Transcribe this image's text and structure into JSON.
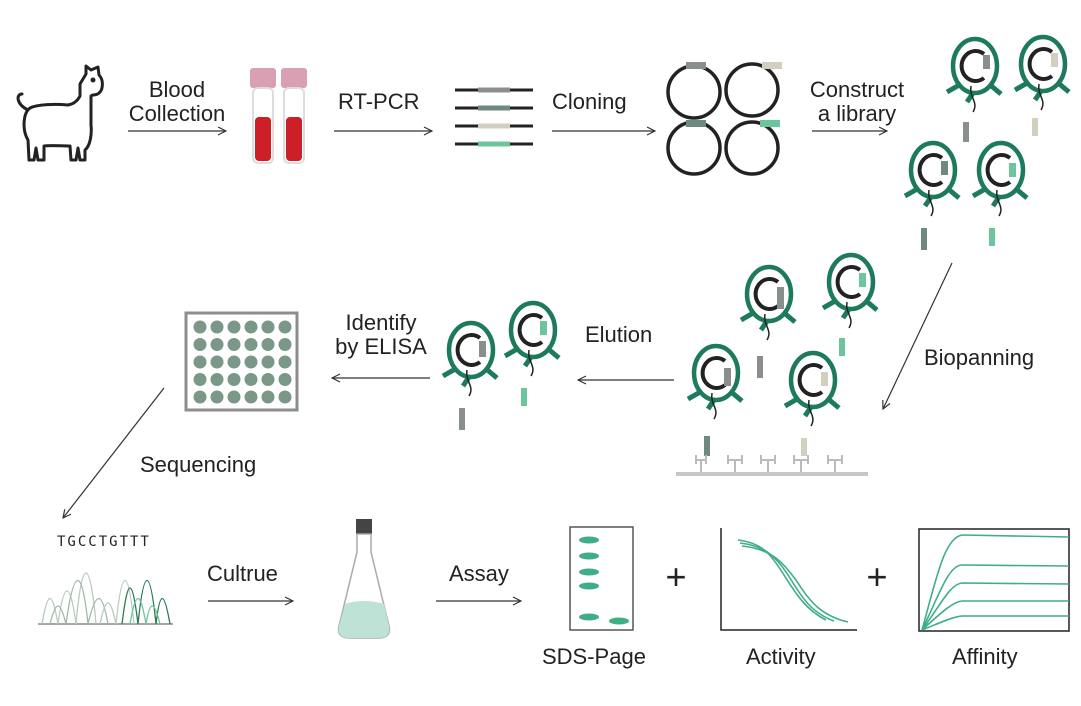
{
  "steps": {
    "blood_collection": [
      "Blood",
      "Collection"
    ],
    "rt_pcr": "RT-PCR",
    "cloning": "Cloning",
    "construct_library": [
      "Construct",
      "a library"
    ],
    "biopanning": "Biopanning",
    "elution": "Elution",
    "identify_elisa": [
      "Identify",
      "by ELISA"
    ],
    "sequencing": "Sequencing",
    "culture": "Cultrue",
    "assay": "Assay",
    "sds_page": "SDS-Page",
    "activity": "Activity",
    "affinity": "Affinity"
  },
  "sequence": "TGCCTGTTT",
  "operators": [
    "+",
    "+"
  ],
  "colors": {
    "phage_green": "#1e7a5e",
    "mint": "#6cc59c",
    "gray_tag": "#8a8f8c",
    "beige_tag": "#d3cfbf",
    "blood": "#cc1f27",
    "cap": "#d9a0b4",
    "plate_dot": "#7a9788"
  }
}
